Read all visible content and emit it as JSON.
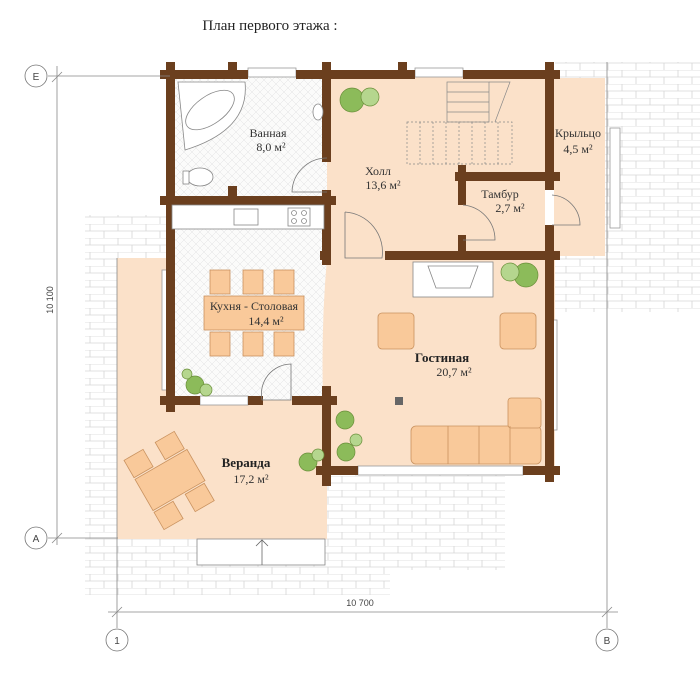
{
  "title": "План первого этажа :",
  "rooms": [
    {
      "name": "Ванная",
      "area": "8,0 м²"
    },
    {
      "name": "Холл",
      "area": "13,6 м²"
    },
    {
      "name": "Тамбур",
      "area": "2,7 м²"
    },
    {
      "name": "Крыльцо",
      "area": "4,5 м²"
    },
    {
      "name": "Кухня - Столовая",
      "area": "14,4 м²"
    },
    {
      "name": "Гостиная",
      "area": "20,7 м²"
    },
    {
      "name": "Веранда",
      "area": "17,2 м²"
    }
  ],
  "dimensions": {
    "vertical": "10 100",
    "horizontal": "10 700"
  },
  "axes": {
    "top": "E",
    "bottom": "A",
    "left": "1",
    "right": "B"
  },
  "colors": {
    "wall": "#6b3f1e",
    "floor": "#fbe1c9",
    "tile": "#f4f4f2",
    "furniture": "#f9c99a",
    "plant": "#8cbb5a"
  }
}
